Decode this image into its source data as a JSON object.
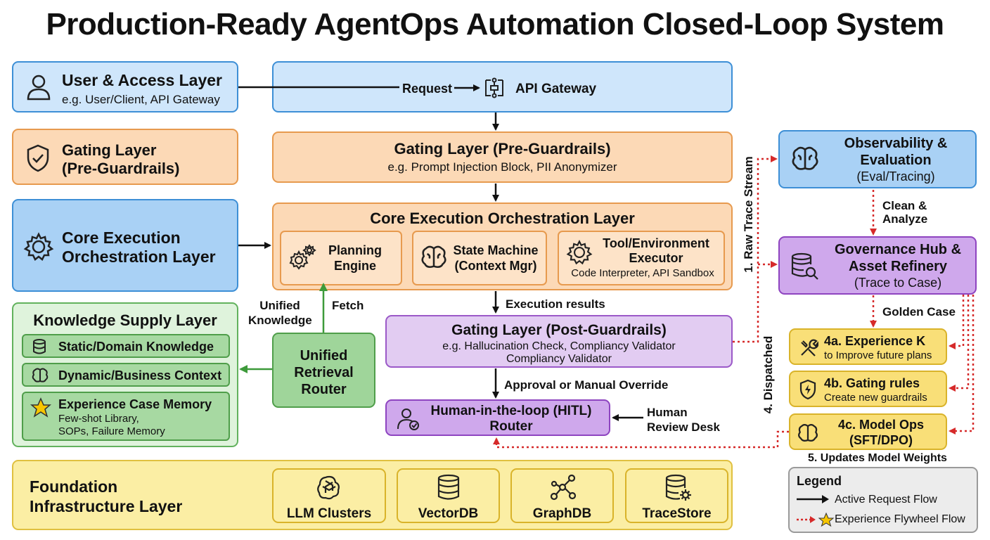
{
  "title": "Production-Ready AgentOps Automation Closed-Loop System",
  "left": {
    "user_title": "User & Access Layer",
    "user_sub": "e.g. User/Client, API Gateway",
    "gating_title_1": "Gating Layer",
    "gating_title_2": "(Pre-Guardrails)",
    "core_title_1": "Core Execution",
    "core_title_2": "Orchestration Layer",
    "knowledge": {
      "title": "Knowledge Supply Layer",
      "items": [
        {
          "label": "Static/Domain Knowledge",
          "icon": "database-icon"
        },
        {
          "label": "Dynamic/Business Context",
          "icon": "brain-icon"
        },
        {
          "label": "Experience Case Memory",
          "sub1": "Few-shot Library,",
          "sub2": "SOPs, Failure Memory",
          "icon": "star-icon"
        }
      ]
    }
  },
  "center": {
    "request_label": "Request",
    "api_gateway": "API Gateway",
    "pre_title": "Gating Layer (Pre-Guardrails)",
    "pre_sub": "e.g. Prompt Injection Block, PII Anonymizer",
    "core_title": "Core Execution Orchestration Layer",
    "planning_1": "Planning",
    "planning_2": "Engine",
    "state_1": "State Machine",
    "state_2": "(Context Mgr)",
    "tool_1": "Tool/Environment",
    "tool_2": "Executor",
    "tool_sub": "Code Interpreter, API Sandbox",
    "unified_knowledge_1": "Unified",
    "unified_knowledge_2": "Knowledge",
    "fetch": "Fetch",
    "router_1": "Unified",
    "router_2": "Retrieval",
    "router_3": "Router",
    "execution_results": "Execution results",
    "post_title": "Gating Layer (Post-Guardrails)",
    "post_sub_1": "e.g. Hallucination Check, Compliancy Validator",
    "post_sub_2": "Compliancy Validator",
    "approval": "Approval or Manual Override",
    "hitl_1": "Human-in-the-loop (HITL)",
    "hitl_2": "Router",
    "human_1": "Human",
    "human_2": "Review Desk"
  },
  "flow_labels": {
    "raw_trace": "1. Raw Trace Stream",
    "dispatched": "4. Dispatched",
    "clean_1": "Clean &",
    "clean_2": "Analyze",
    "golden_case": "Golden Case",
    "updates": "5. Updates Model Weights"
  },
  "right": {
    "obs_1": "Observability &",
    "obs_2": "Evaluation",
    "obs_3": "(Eval/Tracing)",
    "gov_1": "Governance Hub &",
    "gov_2": "Asset Refinery",
    "gov_3": "(Trace to Case)",
    "r4a_title": "4a. Experience K",
    "r4a_sub": "to Improve future plans",
    "r4b_title": "4b. Gating rules",
    "r4b_sub": "Create new guardrails",
    "r4c_title_1": "4c. Model Ops",
    "r4c_title_2": "(SFT/DPO)"
  },
  "foundation": {
    "title_1": "Foundation",
    "title_2": "Infrastructure Layer",
    "items": [
      {
        "label": "LLM Clusters",
        "icon": "openai-icon"
      },
      {
        "label": "VectorDB",
        "icon": "database-icon"
      },
      {
        "label": "GraphDB",
        "icon": "graph-icon"
      },
      {
        "label": "TraceStore",
        "icon": "database-gear-icon"
      }
    ]
  },
  "legend": {
    "title": "Legend",
    "active": "Active Request Flow",
    "flywheel": "Experience Flywheel Flow"
  },
  "colors": {
    "blue": "#cfe6fb",
    "orange": "#fcd9b6",
    "purple": "#e2ccf2",
    "green": "#dff3dc",
    "yellow": "#fbeea4",
    "flywheel_red": "#d62a2a"
  }
}
